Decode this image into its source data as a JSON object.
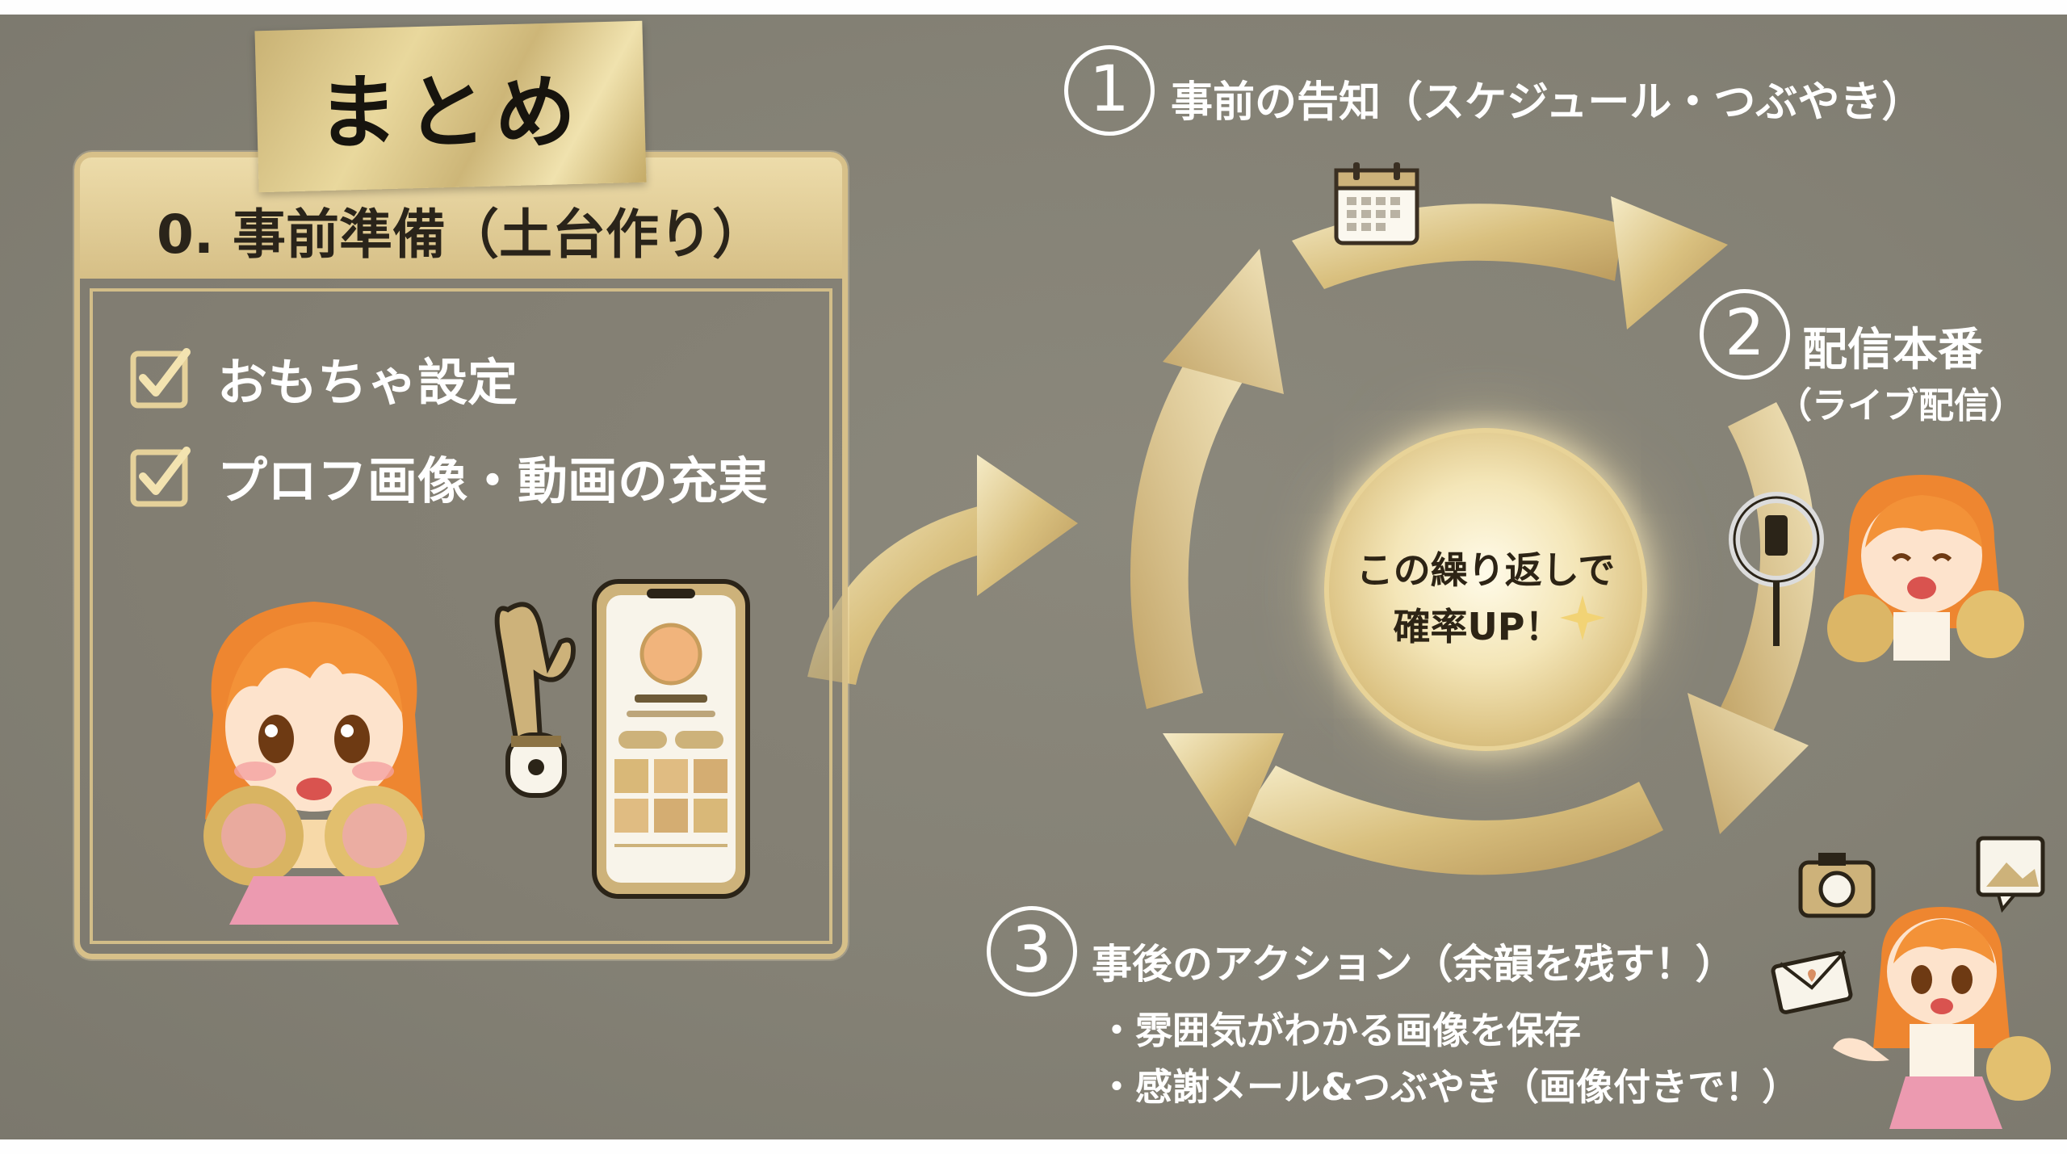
{
  "summary": {
    "title": "まとめ"
  },
  "prep": {
    "title": "0. 事前準備（土台作り）",
    "items": [
      {
        "label": "おもちゃ設定",
        "checked": true
      },
      {
        "label": "プロフ画像・動画の充実",
        "checked": true
      }
    ]
  },
  "cycle": {
    "center": {
      "line1": "この繰り返しで",
      "line2": "確率UP！"
    },
    "steps": [
      {
        "number": "1",
        "title": "事前の告知（スケジュール・つぶやき）"
      },
      {
        "number": "2",
        "title": "配信本番",
        "subtitle": "（ライブ配信）"
      },
      {
        "number": "3",
        "title": "事後のアクション（余韻を残す！）",
        "bullets": [
          "・雰囲気がわかる画像を保存",
          "・感謝メール&つぶやき（画像付きで！）"
        ]
      }
    ]
  },
  "icons": [
    "calendar-icon",
    "toy-icon",
    "smartphone-profile-icon",
    "ring-light-icon",
    "camera-icon",
    "envelope-heart-icon",
    "image-card-icon",
    "sparkle-icon",
    "check-icon"
  ],
  "colors": {
    "background": "#848175",
    "gold": "#d7c089",
    "gold_light": "#f0e2ae",
    "text": "#ffffff",
    "hair": "#f08a2a",
    "skirt": "#ec9ab0"
  }
}
